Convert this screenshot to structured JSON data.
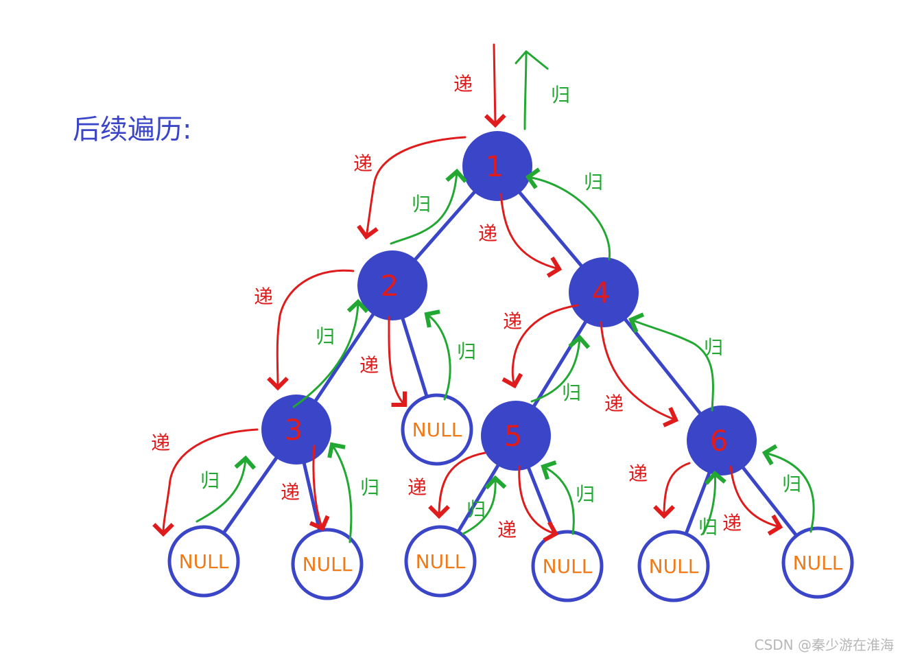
{
  "title": "后续遍历:",
  "watermark": "CSDN @秦少游在淮海",
  "null_label": "NULL",
  "recurse_label": "递",
  "return_label": "归",
  "colors": {
    "node_fill": "#3a45c8",
    "edge": "#3a45c8",
    "node_text": "#e01b1b",
    "null_text": "#f07a18",
    "recurse": "#e01b1b",
    "return": "#22a832"
  },
  "nodes": [
    {
      "id": "n1",
      "label": "1",
      "type": "value"
    },
    {
      "id": "n2",
      "label": "2",
      "type": "value"
    },
    {
      "id": "n4",
      "label": "4",
      "type": "value"
    },
    {
      "id": "n3",
      "label": "3",
      "type": "value"
    },
    {
      "id": "n5",
      "label": "5",
      "type": "value"
    },
    {
      "id": "n6",
      "label": "6",
      "type": "value"
    },
    {
      "id": "null2r",
      "type": "null"
    },
    {
      "id": "null3l",
      "type": "null"
    },
    {
      "id": "null3r",
      "type": "null"
    },
    {
      "id": "null5l",
      "type": "null"
    },
    {
      "id": "null5r",
      "type": "null"
    },
    {
      "id": "null6l",
      "type": "null"
    },
    {
      "id": "null6r",
      "type": "null"
    }
  ],
  "edges": [
    [
      "n1",
      "n2"
    ],
    [
      "n1",
      "n4"
    ],
    [
      "n2",
      "n3"
    ],
    [
      "n2",
      "null2r"
    ],
    [
      "n4",
      "n5"
    ],
    [
      "n4",
      "n6"
    ],
    [
      "n3",
      "null3l"
    ],
    [
      "n3",
      "null3r"
    ],
    [
      "n5",
      "null5l"
    ],
    [
      "n5",
      "null5r"
    ],
    [
      "n6",
      "null6l"
    ],
    [
      "n6",
      "null6r"
    ]
  ]
}
